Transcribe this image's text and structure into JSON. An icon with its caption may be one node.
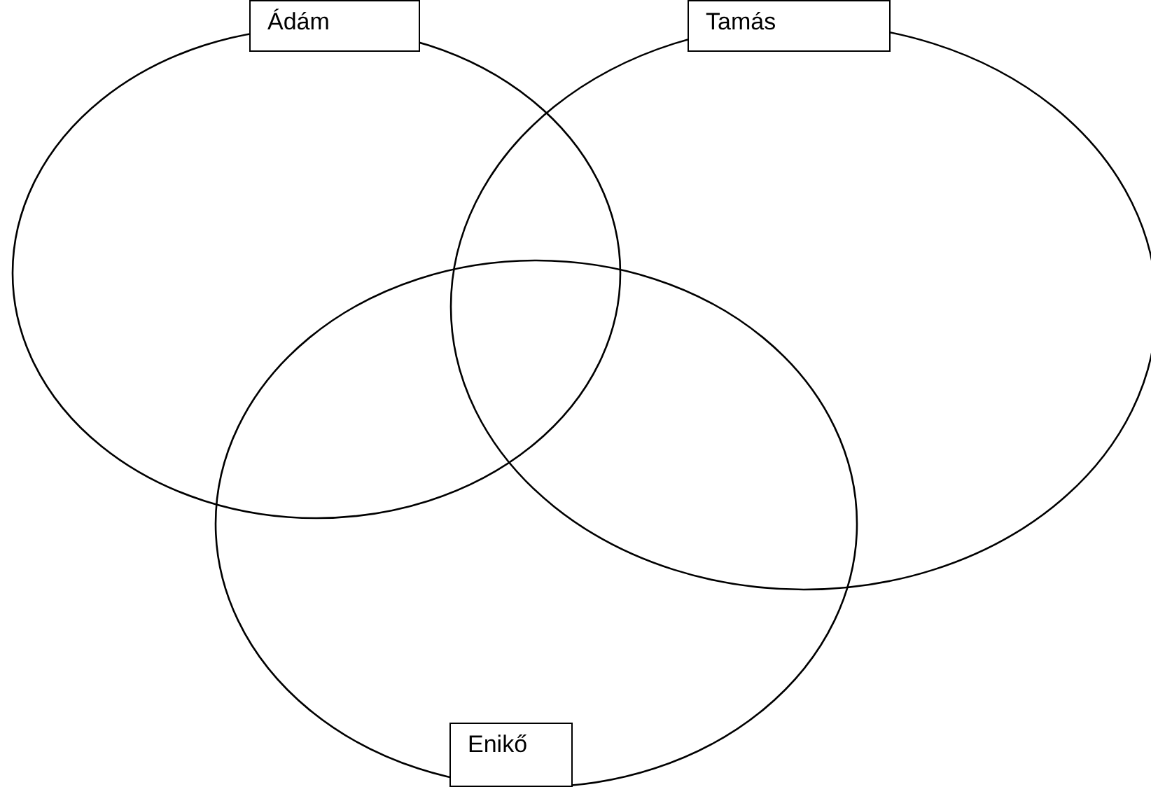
{
  "diagram": {
    "nodes": [
      {
        "text": [
          "Ádám"
        ]
      },
      {
        "text": [
          "Tamás"
        ]
      },
      {
        "text": [
          "Enikő"
        ]
      }
    ]
  }
}
